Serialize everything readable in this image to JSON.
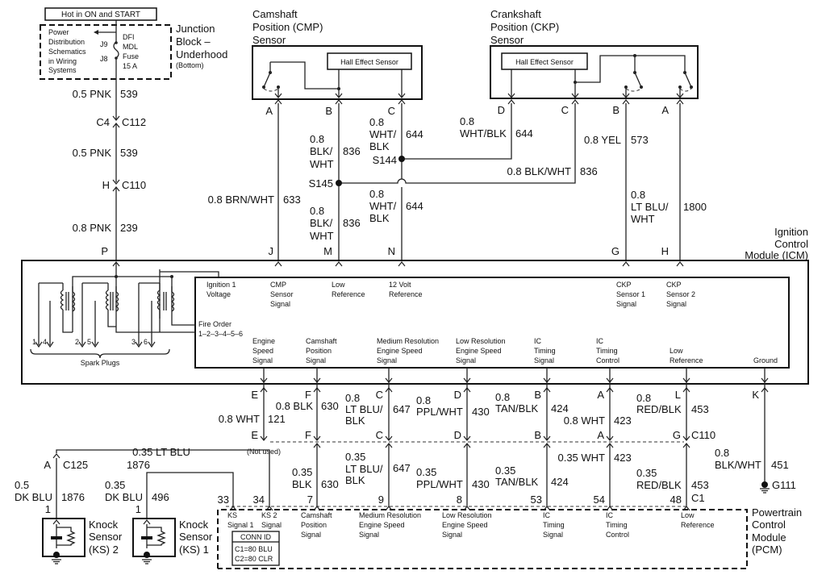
{
  "junction_block": {
    "hot_in": "Hot in ON and START",
    "title": [
      "Junction",
      "Block –",
      "Underhood"
    ],
    "subtitle": "(Bottom)",
    "note": [
      "Power",
      "Distribution",
      "Schematics",
      "in Wiring",
      "Systems"
    ],
    "j9": "J9",
    "j8": "J8",
    "fuse": [
      "DFI",
      "MDL",
      "Fuse",
      "15 A"
    ]
  },
  "pnk_circuit": {
    "w1": {
      "color": "0.5 PNK",
      "circuit": "539"
    },
    "c4": "C4",
    "c112": "C112",
    "w2": {
      "color": "0.5 PNK",
      "circuit": "539"
    },
    "h": "H",
    "c110": "C110",
    "w3": {
      "color": "0.8 PNK",
      "circuit": "239"
    },
    "p": "P"
  },
  "cmp_sensor": {
    "title": [
      "Camshaft",
      "Position (CMP)",
      "Sensor"
    ],
    "hall": "Hall Effect Sensor",
    "pins": [
      "A",
      "B",
      "C"
    ]
  },
  "ckp_sensor": {
    "title": [
      "Crankshaft",
      "Position (CKP)",
      "Sensor"
    ],
    "hall": "Hall Effect Sensor",
    "pins": [
      "D",
      "C",
      "B",
      "A"
    ]
  },
  "upper_wires": {
    "brn_wht": {
      "color": "0.8 BRN/WHT",
      "circuit": "633"
    },
    "blk_wht_top": {
      "color": [
        "0.8",
        "BLK/",
        "WHT"
      ],
      "circuit": "836"
    },
    "wht_blk_top": {
      "color": [
        "0.8",
        "WHT/",
        "BLK"
      ],
      "circuit": "644"
    },
    "s145": "S145",
    "s144": "S144",
    "blk_wht_bot": {
      "color": [
        "0.8",
        "BLK/",
        "WHT"
      ],
      "circuit": "836"
    },
    "wht_blk_bot": {
      "color": [
        "0.8",
        "WHT/",
        "BLK"
      ],
      "circuit": "644"
    },
    "ckp_wht_blk": {
      "color": [
        "0.8",
        "WHT/BLK"
      ],
      "circuit": "644"
    },
    "ckp_blk_wht": {
      "color": "0.8 BLK/WHT",
      "circuit": "836"
    },
    "yel": {
      "color": "0.8 YEL",
      "circuit": "573"
    },
    "lt_blu_wht": {
      "color": [
        "0.8",
        "LT BLU/",
        "WHT"
      ],
      "circuit": "1800"
    },
    "icm_pins": [
      "J",
      "M",
      "N",
      "G",
      "H"
    ]
  },
  "icm": {
    "title": [
      "Ignition",
      "Control",
      "Module (ICM)"
    ],
    "top_labels": [
      [
        "Ignition 1",
        "Voltage"
      ],
      [
        "CMP",
        "Sensor",
        "Signal"
      ],
      [
        "Low",
        "Reference"
      ],
      [
        "12 Volt",
        "Reference"
      ],
      [
        "CKP",
        "Sensor 1",
        "Signal"
      ],
      [
        "CKP",
        "Sensor 2",
        "Signal"
      ]
    ],
    "fire_order": [
      "Fire Order",
      "1–2–3–4–5–6"
    ],
    "bottom_labels": [
      [
        "Engine",
        "Speed",
        "Signal"
      ],
      [
        "Camshaft",
        "Position",
        "Signal"
      ],
      [
        "Medium Resolution",
        "Engine Speed",
        "Signal"
      ],
      [
        "Low Resolution",
        "Engine Speed",
        "Signal"
      ],
      [
        "IC",
        "Timing",
        "Signal"
      ],
      [
        "IC",
        "Timing",
        "Control"
      ],
      [
        "Low",
        "Reference"
      ],
      [
        "Ground"
      ]
    ],
    "plug_numbers": [
      "1",
      "4",
      "2",
      "5",
      "3",
      "6"
    ],
    "spark_plugs": "Spark Plugs"
  },
  "lower_wires": {
    "icm_pins": [
      "E",
      "F",
      "C",
      "D",
      "B",
      "A",
      "L",
      "K"
    ],
    "c110_pins": [
      "E",
      "F",
      "C",
      "D",
      "B",
      "A",
      "G"
    ],
    "c110": "C110",
    "not_used": "(Not used)",
    "upper": [
      {
        "color": [
          "0.8 WHT"
        ],
        "circuit": "121"
      },
      {
        "color": [
          "0.8 BLK"
        ],
        "circuit": "630"
      },
      {
        "color": [
          "0.8",
          "LT BLU/",
          "BLK"
        ],
        "circuit": "647"
      },
      {
        "color": [
          "0.8",
          "PPL/WHT"
        ],
        "circuit": "430"
      },
      {
        "color": [
          "0.8",
          "TAN/BLK"
        ],
        "circuit": "424"
      },
      {
        "color": [
          "0.8 WHT"
        ],
        "circuit": "423"
      },
      {
        "color": [
          "0.8",
          "RED/BLK"
        ],
        "circuit": "453"
      }
    ],
    "lower": [
      {
        "color": [
          "0.35",
          "BLK"
        ],
        "circuit": "630"
      },
      {
        "color": [
          "0.35",
          "LT BLU/",
          "BLK"
        ],
        "circuit": "647"
      },
      {
        "color": [
          "0.35",
          "PPL/WHT"
        ],
        "circuit": "430"
      },
      {
        "color": [
          "0.35",
          "TAN/BLK"
        ],
        "circuit": "424"
      },
      {
        "color": [
          "0.35 WHT"
        ],
        "circuit": "423"
      },
      {
        "color": [
          "0.35",
          "RED/BLK"
        ],
        "circuit": "453"
      }
    ],
    "ground_wire": {
      "color": [
        "0.8",
        "BLK/WHT"
      ],
      "circuit": "451"
    },
    "g111": "G111",
    "c1": "C1"
  },
  "pcm": {
    "title": [
      "Powertrain",
      "Control",
      "Module",
      "(PCM)"
    ],
    "pins": [
      "33",
      "34",
      "7",
      "9",
      "8",
      "53",
      "54",
      "48"
    ],
    "labels": [
      [
        "KS",
        "Signal 1"
      ],
      [
        "KS 2",
        "Signal"
      ],
      [
        "Camshaft",
        "Position",
        "Signal"
      ],
      [
        "Medium Resolution",
        "Engine Speed",
        "Signal"
      ],
      [
        "Low Resolution",
        "Engine Speed",
        "Signal"
      ],
      [
        "IC",
        "Timing",
        "Signal"
      ],
      [
        "IC",
        "Timing",
        "Control"
      ],
      [
        "Low",
        "Reference"
      ]
    ],
    "conn_id": {
      "title": "CONN ID",
      "lines": [
        "C1=80 BLU",
        "C2=80 CLR"
      ]
    }
  },
  "knock_sensors": {
    "ks_wire": {
      "color": "0.35 LT BLU",
      "circuit": "1876"
    },
    "c125": "C125",
    "pin_a": "A",
    "ks2": {
      "color": [
        "0.5",
        "DK BLU"
      ],
      "circuit": "1876",
      "pin": "1",
      "title": [
        "Knock",
        "Sensor",
        "(KS) 2"
      ]
    },
    "ks1": {
      "color": [
        "0.35",
        "DK BLU"
      ],
      "circuit": "496",
      "pin": "1",
      "title": [
        "Knock",
        "Sensor",
        "(KS) 1"
      ]
    }
  }
}
